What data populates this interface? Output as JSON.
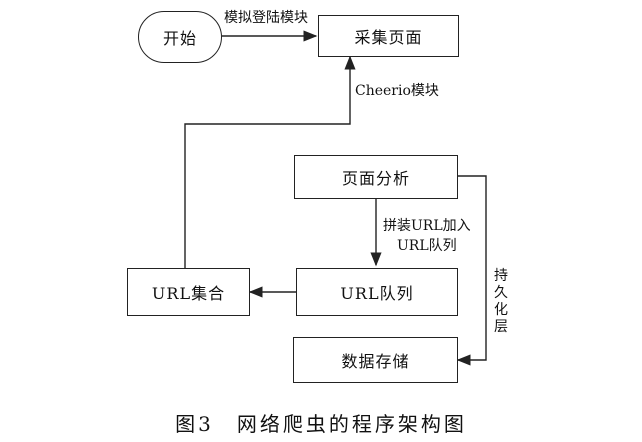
{
  "diagram": {
    "nodes": {
      "start": "开始",
      "collect_page": "采集页面",
      "page_analysis": "页面分析",
      "url_queue": "URL队列",
      "url_set": "URL集合",
      "data_storage": "数据存储"
    },
    "edge_labels": {
      "simulate_login": "模拟登陆模块",
      "cheerio": "Cheerio模块",
      "assemble_url_line1": "拼装URL加入",
      "assemble_url_line2": "URL队列",
      "persistence": "持久化层"
    },
    "caption": "图3　网络爬虫的程序架构图"
  }
}
